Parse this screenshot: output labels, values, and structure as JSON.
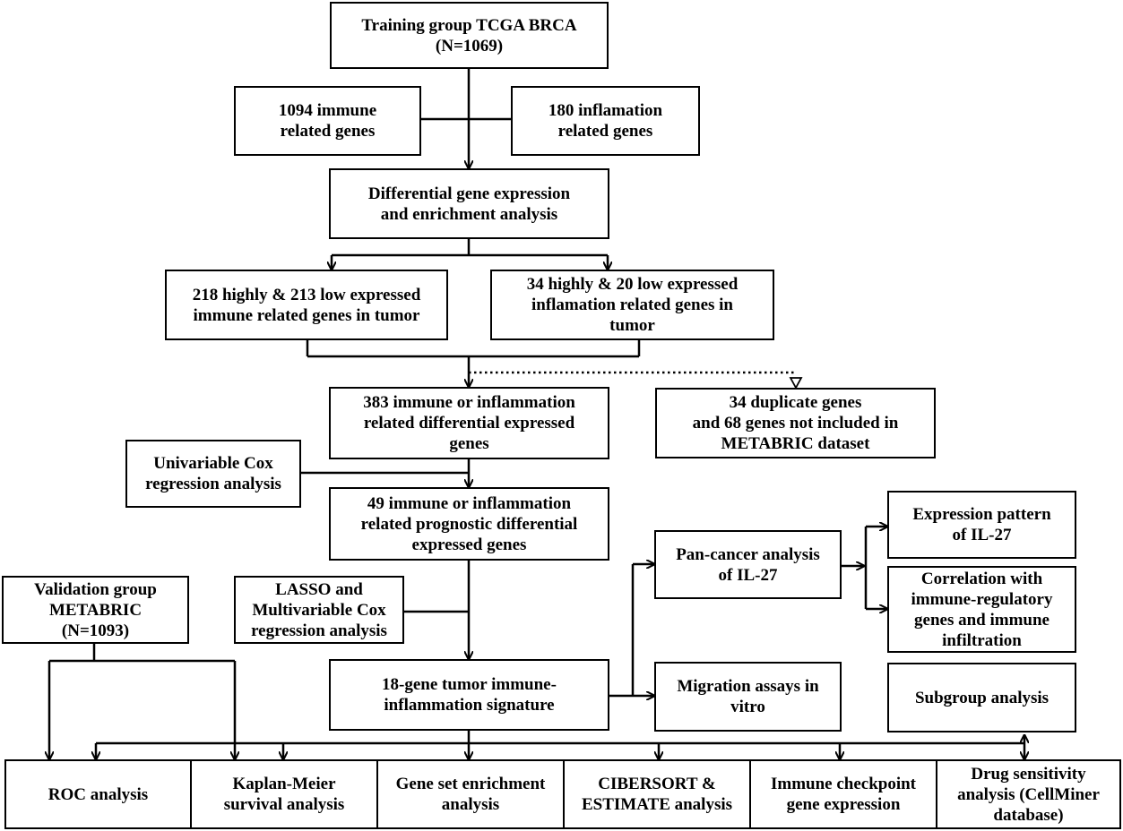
{
  "boxes": {
    "training": "Training group TCGA BRCA\n(N=1069)",
    "immune_genes": "1094 immune\nrelated genes",
    "inflam_genes": "180 inflamation\nrelated genes",
    "dge": "Differential gene expression\nand enrichment analysis",
    "immune_de": "218 highly & 213 low expressed\nimmune related genes in tumor",
    "inflam_de": "34 highly & 20 low expressed\ninflamation related genes in\ntumor",
    "de383": "383 immune or inflammation\nrelated differential expressed\ngenes",
    "excluded": "34 duplicate genes\nand 68 genes not included in\nMETABRIC dataset",
    "unicox": "Univariable Cox\nregression analysis",
    "prog49": "49 immune or inflammation\nrelated prognostic differential\nexpressed genes",
    "lasso": "LASSO and\nMultivariable Cox\nregression analysis",
    "validation": "Validation group\nMETABRIC\n(N=1093)",
    "signature": "18-gene tumor immune-\ninflammation signature",
    "pancancer": "Pan-cancer analysis\nof IL-27",
    "expression": "Expression pattern\nof IL-27",
    "correlation": "Correlation with\nimmune-regulatory\ngenes and immune\ninfiltration",
    "migration": "Migration assays in\nvitro",
    "subgroup": "Subgroup analysis",
    "roc": "ROC analysis",
    "km": "Kaplan-Meier\nsurvival analysis",
    "gsea": "Gene set enrichment\nanalysis",
    "cibersort": "CIBERSORT &\nESTIMATE analysis",
    "checkpoint": "Immune checkpoint\ngene expression",
    "drug": "Drug sensitivity\nanalysis (CellMiner\ndatabase)"
  }
}
